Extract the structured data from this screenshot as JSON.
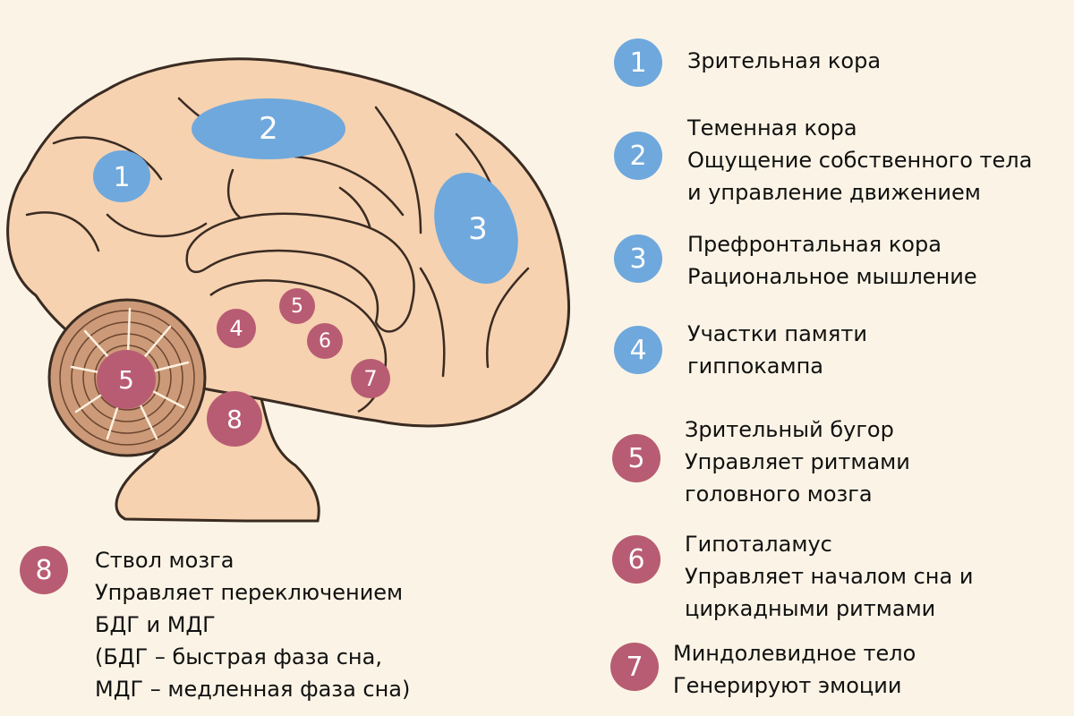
{
  "diagram_labels": {
    "visual_cortex": "1",
    "parietal": "2",
    "prefrontal": "3",
    "hippocampus": "4",
    "thalamus_top": "5",
    "thalamus_cerebellum": "5",
    "hypothalamus": "6",
    "amygdala": "7",
    "brainstem": "8"
  },
  "legend": [
    {
      "number": "1",
      "lines": [
        "Зрительная кора"
      ]
    },
    {
      "number": "2",
      "lines": [
        "Теменная кора",
        "Ощущение собственного тела",
        "и управление движением"
      ]
    },
    {
      "number": "3",
      "lines": [
        "Префронтальная кора",
        "Рациональное мышление"
      ]
    },
    {
      "number": "4",
      "lines": [
        "Участки памяти",
        "гиппокампа"
      ]
    },
    {
      "number": "5",
      "lines": [
        "Зрительный бугор",
        "Управляет ритмами",
        "головного мозга"
      ]
    },
    {
      "number": "6",
      "lines": [
        "Гипоталамус",
        "Управляет началом сна и",
        "циркадными ритмами"
      ]
    },
    {
      "number": "7",
      "lines": [
        "Миндолевидное тело",
        "Генерируют эмоции"
      ]
    },
    {
      "number": "8",
      "lines": [
        "Ствол мозга",
        "Управляет переключением",
        "БДГ и МДГ",
        "(БДГ – быстрая фаза сна,",
        "МДГ – медленная фаза сна)"
      ]
    }
  ],
  "colors": {
    "background": "#fbf4e6",
    "brain_fill": "#f6d2b0",
    "outline": "#3a2b22",
    "blue_region": "#6fa8dc",
    "red_marker": "#b85c73",
    "cerebellum": "#cc9a78"
  }
}
